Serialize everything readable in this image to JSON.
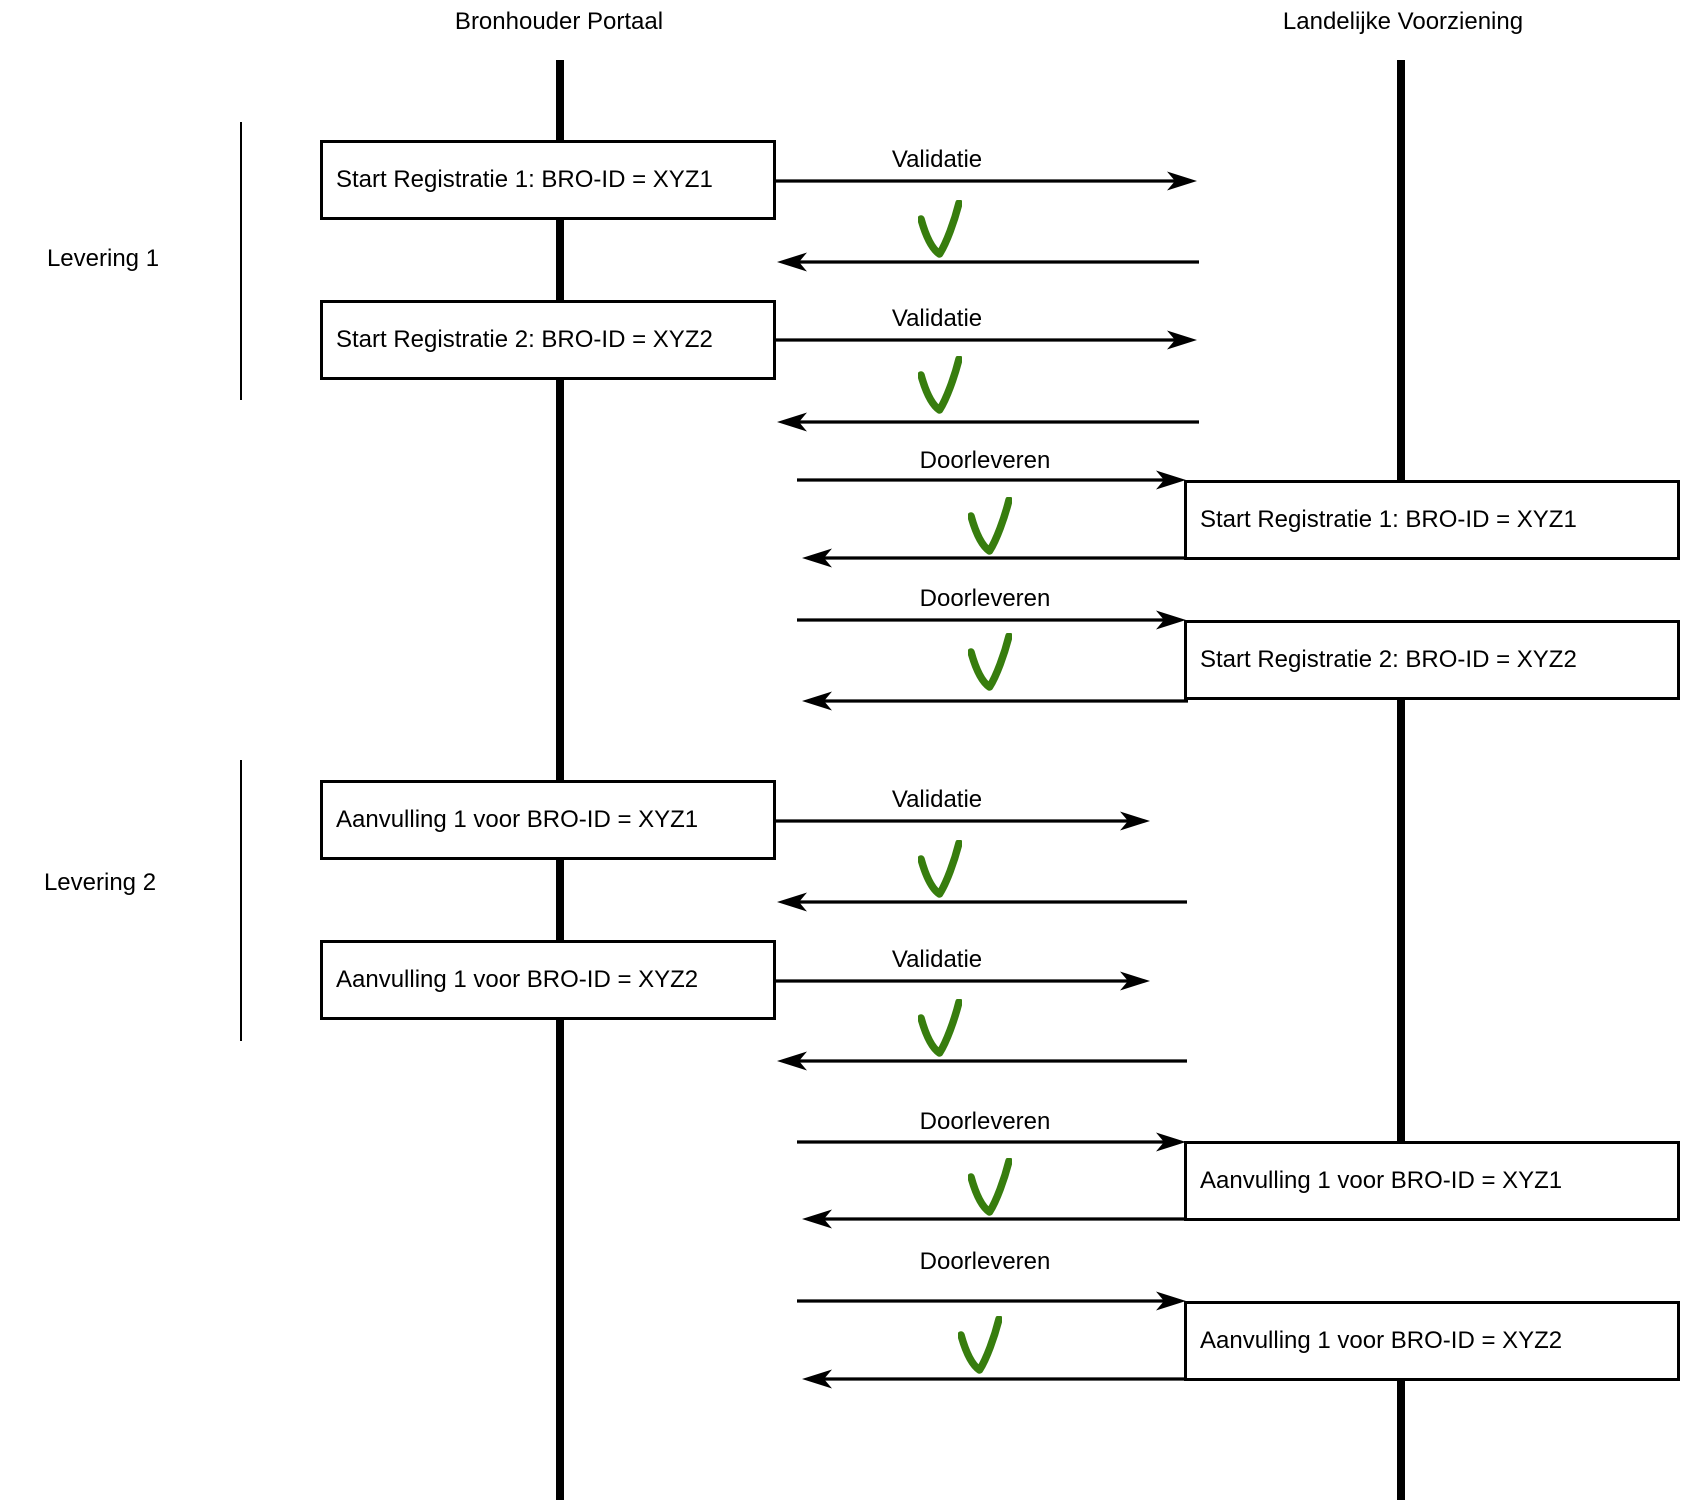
{
  "diagram": {
    "lanes": {
      "left": "Bronhouder Portaal",
      "right": "Landelijke Voorziening"
    },
    "groups": [
      {
        "label": "Levering 1",
        "steps": [
          {
            "box_left": "Start Registratie 1: BRO-ID = XYZ1",
            "arrow_label": "Validatie",
            "result_icon": "green-check"
          },
          {
            "box_left": "Start Registratie 2: BRO-ID = XYZ2",
            "arrow_label": "Validatie",
            "result_icon": "green-check"
          },
          {
            "arrow_label": "Doorleveren",
            "box_right": "Start Registratie 1: BRO-ID = XYZ1",
            "result_icon": "green-check"
          },
          {
            "arrow_label": "Doorleveren",
            "box_right": "Start Registratie 2: BRO-ID = XYZ2",
            "result_icon": "green-check"
          }
        ]
      },
      {
        "label": "Levering 2",
        "steps": [
          {
            "box_left": "Aanvulling 1 voor BRO-ID = XYZ1",
            "arrow_label": "Validatie",
            "result_icon": "green-check"
          },
          {
            "box_left": "Aanvulling 1 voor BRO-ID = XYZ2",
            "arrow_label": "Validatie",
            "result_icon": "green-check"
          },
          {
            "arrow_label": "Doorleveren",
            "box_right": "Aanvulling 1 voor BRO-ID = XYZ1",
            "result_icon": "green-check"
          },
          {
            "arrow_label": "Doorleveren",
            "box_right": "Aanvulling 1 voor BRO-ID = XYZ2",
            "result_icon": "green-check"
          }
        ]
      }
    ],
    "colors": {
      "line": "#000000",
      "check": "#377d0e",
      "background": "#ffffff"
    }
  }
}
